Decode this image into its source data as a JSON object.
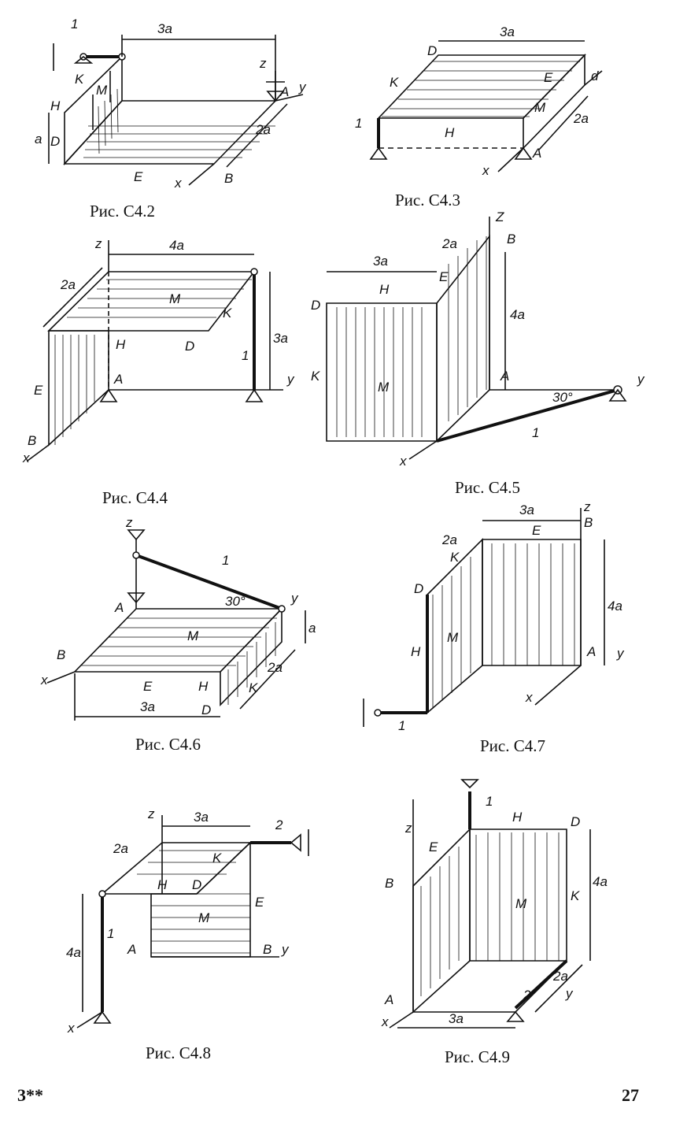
{
  "figures": [
    {
      "id": "c4-2",
      "caption": "Рис. С4.2",
      "labels": {
        "dim_top": "3a",
        "dim_side": "2a",
        "dim_height": "a",
        "A": "A",
        "B": "B",
        "D": "D",
        "E": "E",
        "H": "H",
        "K": "K",
        "M": "M",
        "x": "x",
        "y": "y",
        "z": "z",
        "rod": "1"
      }
    },
    {
      "id": "c4-3",
      "caption": "Рис. С4.3",
      "labels": {
        "dim_top": "3a",
        "dim_side": "2a",
        "d": "d",
        "A": "A",
        "D": "D",
        "E": "E",
        "H": "H",
        "K": "K",
        "M": "M",
        "x": "x",
        "rod": "1"
      }
    },
    {
      "id": "c4-4",
      "caption": "Рис. С4.4",
      "labels": {
        "dim_top": "4a",
        "dim_side": "2a",
        "dim_height": "3a",
        "A": "A",
        "B": "B",
        "D": "D",
        "E": "E",
        "H": "H",
        "K": "K",
        "M": "M",
        "x": "x",
        "y": "y",
        "z": "z",
        "rod": "1"
      }
    },
    {
      "id": "c4-5",
      "caption": "Рис. С4.5",
      "labels": {
        "dim_top": "3a",
        "dim_side": "2a",
        "dim_height": "4a",
        "angle": "30°",
        "A": "A",
        "B": "B",
        "D": "D",
        "E": "E",
        "H": "H",
        "K": "K",
        "M": "M",
        "x": "x",
        "y": "y",
        "z": "Z",
        "rod": "1"
      }
    },
    {
      "id": "c4-6",
      "caption": "Рис. С4.6",
      "labels": {
        "dim_bottom": "3a",
        "dim_side": "2a",
        "dim_height": "a",
        "angle": "30°",
        "A": "A",
        "B": "B",
        "D": "D",
        "E": "E",
        "H": "H",
        "K": "K",
        "M": "M",
        "x": "x",
        "y": "y",
        "z": "z",
        "rod": "1"
      }
    },
    {
      "id": "c4-7",
      "caption": "Рис. С4.7",
      "labels": {
        "dim_top": "3a",
        "dim_side": "2a",
        "dim_height": "4a",
        "A": "A",
        "B": "B",
        "D": "D",
        "E": "E",
        "H": "H",
        "K": "K",
        "M": "M",
        "x": "x",
        "y": "y",
        "z": "z",
        "rod": "1"
      }
    },
    {
      "id": "c4-8",
      "caption": "Рис. С4.8",
      "labels": {
        "dim_top": "3a",
        "dim_side": "2a",
        "dim_height": "4a",
        "A": "A",
        "B": "B",
        "D": "D",
        "E": "E",
        "H": "H",
        "K": "K",
        "M": "M",
        "x": "x",
        "y": "y",
        "z": "z",
        "rod1": "1",
        "rod2": "2"
      }
    },
    {
      "id": "c4-9",
      "caption": "Рис. С4.9",
      "labels": {
        "dim_bottom": "3a",
        "dim_side": "2a",
        "dim_height": "4a",
        "A": "A",
        "B": "B",
        "D": "D",
        "E": "E",
        "H": "H",
        "K": "K",
        "M": "M",
        "x": "x",
        "y": "y",
        "z": "z",
        "rod1": "1",
        "rod2": "2"
      }
    }
  ],
  "footer": {
    "left": "3**",
    "page_number": "27"
  }
}
